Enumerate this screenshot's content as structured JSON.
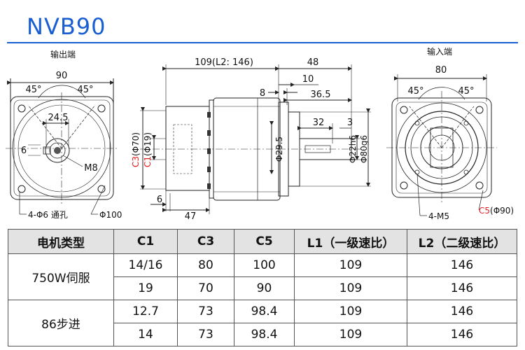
{
  "title": "NVB90",
  "colors": {
    "title": "#1a5fd1",
    "accent_red": "#e02020",
    "line": "#222222"
  },
  "views": {
    "output": {
      "label": "输出端",
      "width_dim": "90",
      "angle_left": "45°",
      "angle_right": "45°",
      "key_width": "24.5",
      "key_height": "6",
      "thread": "M8",
      "holes": "4-Φ6 通孔",
      "pcd": "Φ100"
    },
    "side": {
      "total_length": "109(L2: 146)",
      "shaft_length": "48",
      "d10": "10",
      "d8": "8",
      "d36_5": "36.5",
      "d32": "32",
      "d3": "3",
      "c3_label": "C3",
      "c3_val": "(Φ70)",
      "c1_label": "C1",
      "c1_val": "(Φ19)",
      "shaft_dia": "Φ29.5",
      "d22": "Φ22h6",
      "d80": "Φ80g6",
      "d6": "6",
      "d47": "47"
    },
    "input": {
      "label": "输入端",
      "width_dim": "80",
      "angle_left": "45°",
      "angle_right": "45°",
      "holes": "4-M5",
      "c5_label": "C5",
      "c5_val": "(Φ90)"
    }
  },
  "table": {
    "headers": [
      "电机类型",
      "C1",
      "C3",
      "C5",
      "L1（一级速比）",
      "L2（二级速比）"
    ],
    "groups": [
      {
        "type": "750W伺服",
        "rows": [
          [
            "14/16",
            "80",
            "100",
            "109",
            "146"
          ],
          [
            "19",
            "70",
            "90",
            "109",
            "146"
          ]
        ]
      },
      {
        "type": "86步进",
        "rows": [
          [
            "12.7",
            "73",
            "98.4",
            "109",
            "146"
          ],
          [
            "14",
            "73",
            "98.4",
            "109",
            "146"
          ]
        ]
      }
    ]
  }
}
